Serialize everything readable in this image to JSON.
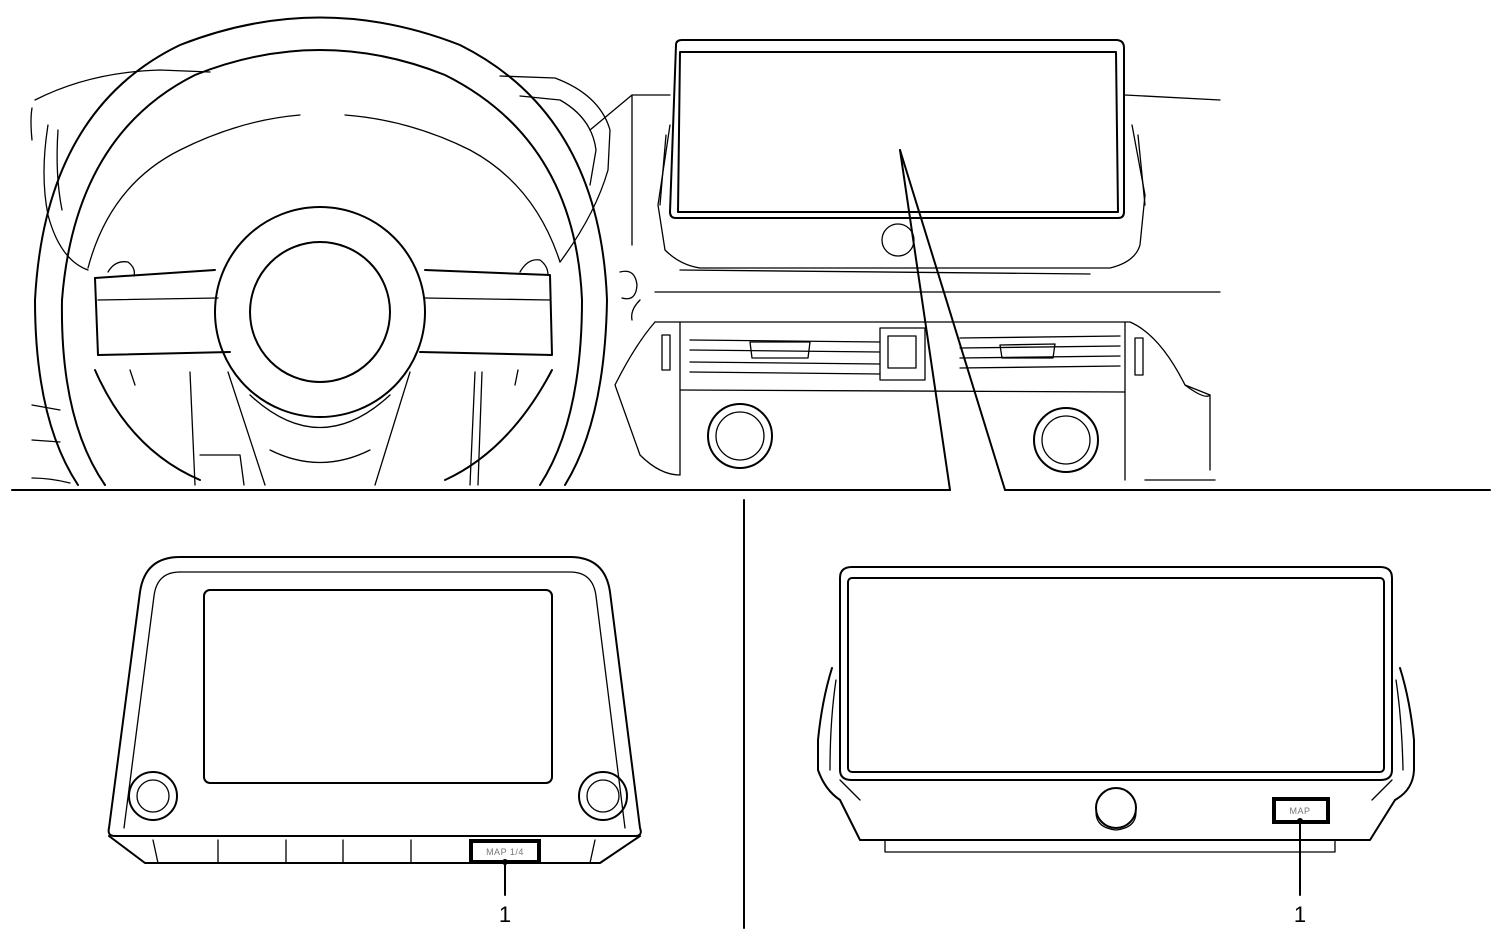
{
  "callouts": {
    "left_number": "1",
    "right_number": "1"
  },
  "button_labels": {
    "left": "MAP 1/4",
    "right": "MAP"
  },
  "colors": {
    "line": "#000000",
    "background": "#ffffff"
  }
}
